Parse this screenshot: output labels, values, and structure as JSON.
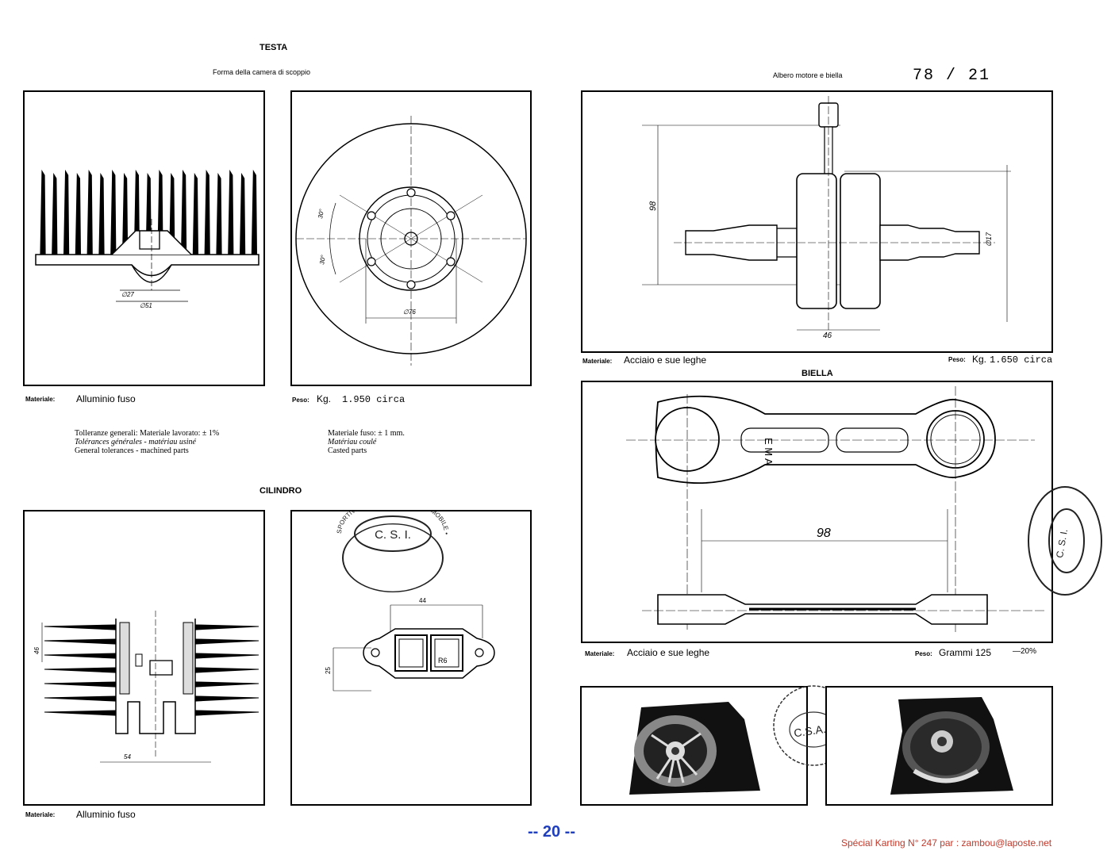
{
  "left": {
    "testa_title": "TESTA",
    "testa_subtitle": "Forma della camera di scoppio",
    "testa_dims": {
      "d27": "∅27",
      "d51": "∅51",
      "d76": "∅76",
      "a30a": "30°",
      "a30b": "30°"
    },
    "materiale_label": "Materiale:",
    "materiale_value": "Alluminio fuso",
    "peso_label": "Peso:",
    "peso_kg": "Kg.",
    "peso_value": "1.950 circa",
    "tol_line1_a": "Tolleranze generali: Materiale lavorato: ± 1%",
    "tol_line2_a": "Tolérances générales - matériau usiné",
    "tol_line3_a": "General tolerances - machined parts",
    "tol_line1_b": "Materiale fuso: ± 1 mm.",
    "tol_line2_b": "Matériau coulé",
    "tol_line3_b": "Casted parts",
    "cilindro_title": "CILINDRO",
    "cil_dims": {
      "d54": "54",
      "h": "46",
      "w44": "44",
      "h25": "25",
      "r6": "R6"
    },
    "stamp_text": "C. S. I.",
    "stamp_ring": "SPORTIVA NAZIONALE DELL'AUTOMOBILE • FEDERAZIONE",
    "materiale2_label": "Materiale:",
    "materiale2_value": "Alluminio fuso"
  },
  "right": {
    "albero_caption": "Albero motore e biella",
    "ref_number": "78 / 21",
    "albero_dims": {
      "d98": "98",
      "d46": "46",
      "d17": "∅17"
    },
    "materiale_label": "Materiale:",
    "materiale_value": "Acciaio e sue leghe",
    "peso_label": "Peso:",
    "peso_kg": "Kg.",
    "peso_value": "1.650 circa",
    "biella_title": "BIELLA",
    "biella_dim": "98",
    "biella_letters": "E M A",
    "stamp_text": "C. S. I.",
    "stamp2_text": "C.S.A.I.",
    "materiale2_label": "Materiale:",
    "materiale2_value": "Acciaio e sue leghe",
    "peso2_label": "Peso:",
    "peso2_value": "Grammi 125",
    "peso2_tol": "—20%"
  },
  "footer": {
    "page_number": "-- 20 --",
    "credit": "Spécial Karting N° 247 par :  zambou@laposte.net"
  }
}
